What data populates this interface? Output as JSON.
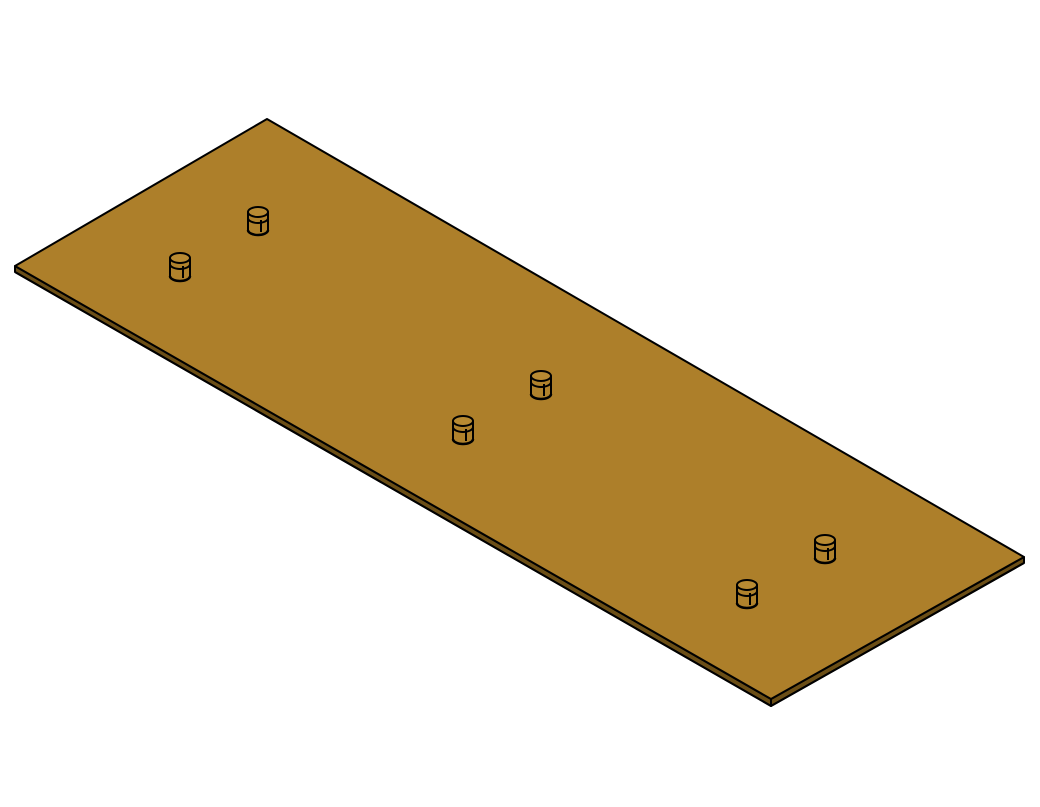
{
  "model": {
    "part": "plate-with-pins",
    "view": "isometric",
    "colors": {
      "background": "#ffffff",
      "plate_top": "#ad7f2a",
      "plate_edge": "#6b4e16",
      "outline": "#000000",
      "pin_body": "#b0822c",
      "pin_top": "#b88a32"
    },
    "pin_count": 6
  }
}
